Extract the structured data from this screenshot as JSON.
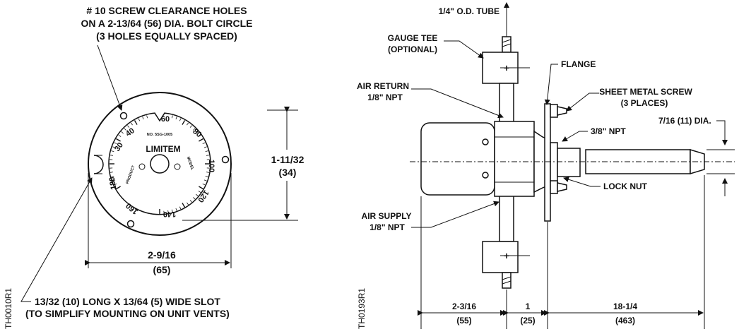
{
  "left_view": {
    "holes_note": [
      "# 10 SCREW CLEARANCE HOLES",
      "ON A 2-13/64 (56) DIA. BOLT CIRCLE",
      "(3 HOLES EQUALLY SPACED)"
    ],
    "dial_brand": "LIMITEM",
    "dial_product": "PRODUCT",
    "dial_serial": "NO. 5SG-1005",
    "dial_model": "MODEL",
    "dial_ticks": [
      "30",
      "40",
      "60",
      "80",
      "100",
      "120",
      "140",
      "160",
      "180"
    ],
    "height_dim": [
      "1-11/32",
      "(34)"
    ],
    "width_dim": [
      "2-9/16",
      "(65)"
    ],
    "slot_note": [
      "13/32  (10)  LONG X  13/64  (5)  WIDE SLOT",
      "(TO SIMPLIFY MOUNTING ON UNIT VENTS)"
    ],
    "figure_id": "TH0010R1"
  },
  "right_view": {
    "tube_label": "1/4\" O.D. TUBE",
    "gauge_tee": [
      "GAUGE TEE",
      "(OPTIONAL)"
    ],
    "flange": "FLANGE",
    "air_return": [
      "AIR RETURN",
      "1/8\" NPT"
    ],
    "sheet_metal_screw": [
      "SHEET METAL SCREW",
      "(3 PLACES)"
    ],
    "npt_38": "3/8\" NPT",
    "dia_note": "7/16 (11) DIA.",
    "lock_nut": "LOCK NUT",
    "air_supply": [
      "AIR SUPPLY",
      "1/8\" NPT"
    ],
    "dims": [
      [
        "2-3/16",
        "(55)"
      ],
      [
        "1",
        "(25)"
      ],
      [
        "18-1/4",
        "(463)"
      ]
    ],
    "figure_id": "TH0193R1"
  }
}
